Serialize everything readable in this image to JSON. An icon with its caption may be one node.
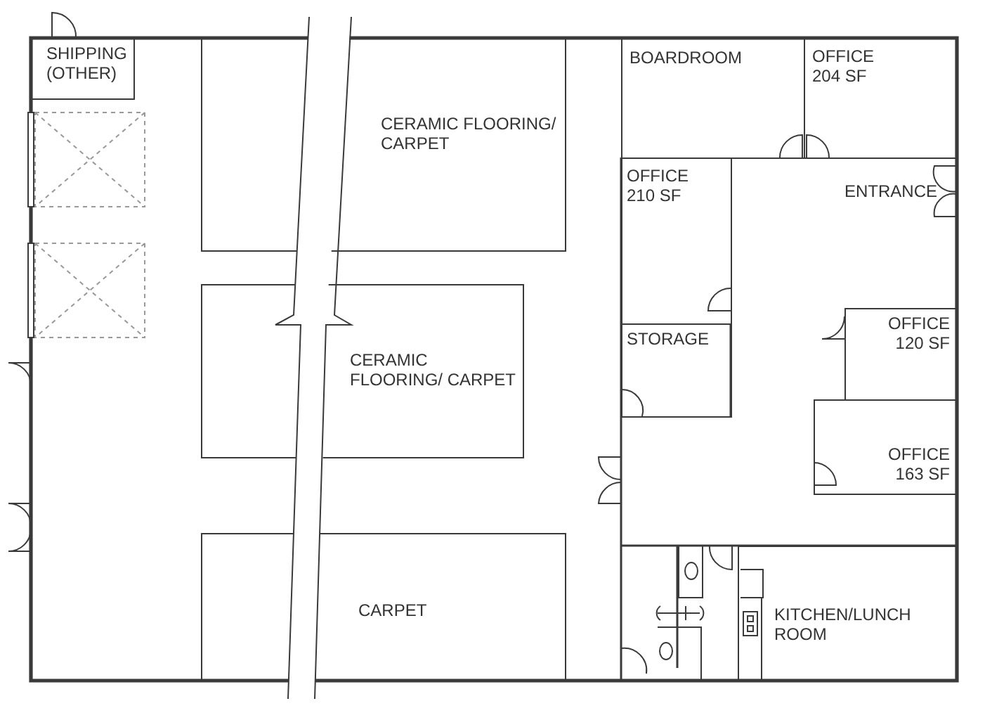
{
  "diagram": {
    "nodes": [
      {
        "text": [
          "SHIPPING (OTHER)"
        ]
      },
      {
        "text": [
          "CERAMIC FLOORING/ CARPET"
        ]
      },
      {
        "text": [
          "CERAMIC FLOORING/ CARPET"
        ]
      },
      {
        "text": [
          "CARPET"
        ]
      },
      {
        "text": [
          "BOARDROOM"
        ]
      },
      {
        "text": [
          "OFFICE",
          "204 SF"
        ]
      },
      {
        "text": [
          "OFFICE",
          "210 SF"
        ]
      },
      {
        "text": [
          "STORAGE"
        ]
      },
      {
        "text": [
          "OFFICE",
          "120 SF"
        ]
      },
      {
        "text": [
          "OFFICE",
          "163 SF"
        ]
      },
      {
        "text": [
          "KITCHEN/LUNCH ROOM"
        ]
      }
    ],
    "labels": [
      "ENTRANCE"
    ]
  }
}
